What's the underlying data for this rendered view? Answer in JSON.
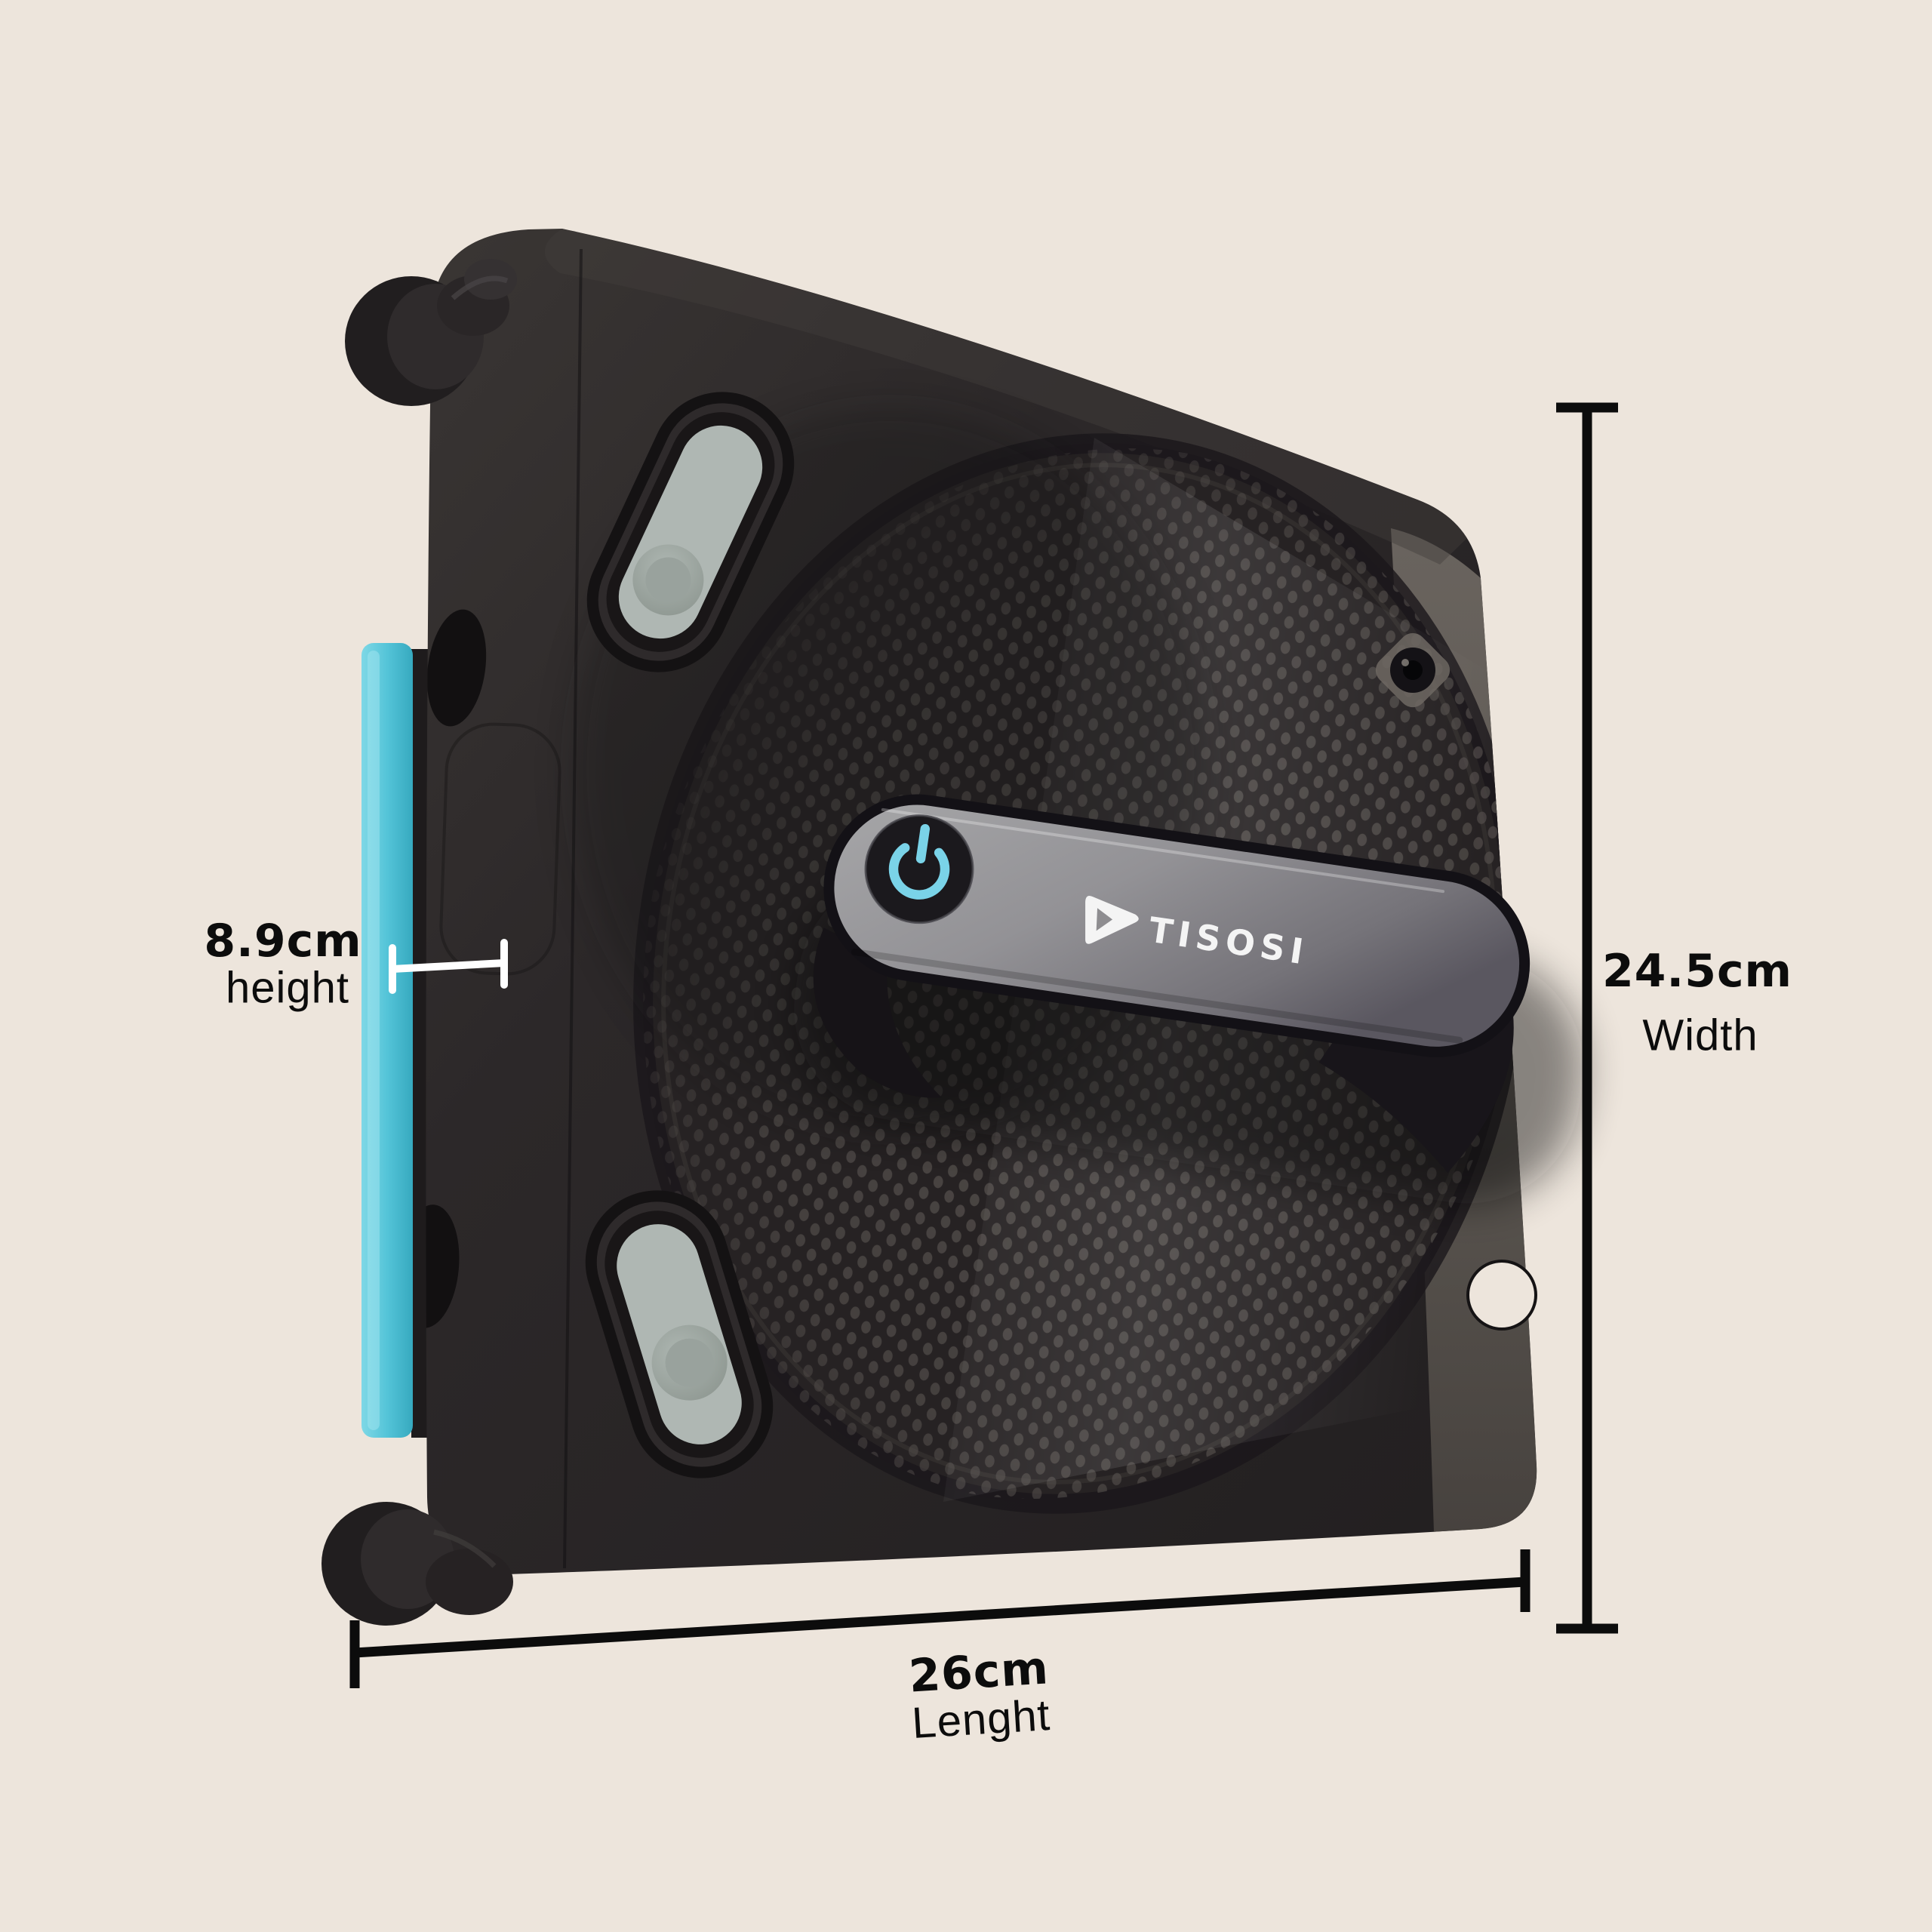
{
  "scene": {
    "description": "Product dimensions diagram of a square window cleaning robot, three-quarter view on a plain beige backdrop"
  },
  "theme": {
    "colors": {
      "bg": "#EDE5DC",
      "text": "#0C0C0C",
      "line": "#0C0C0C",
      "line-light": "#FFFFFF",
      "accent": "#54C4D8",
      "power": "#7AD3E8",
      "brand": "#F4F4F4",
      "body": "#2B2728"
    }
  },
  "brand": {
    "name": "TISOSI",
    "logo_icon": "triangle-plane-logo"
  },
  "device": {
    "features": {
      "power_icon": "power-symbol",
      "squeegee_strip": "blue rubber edge strip",
      "fan": "halftone dotted fan circle"
    }
  },
  "annotations": {
    "height": {
      "value": "8.9cm",
      "label": "height"
    },
    "width": {
      "value": "24.5cm",
      "label": "Width"
    },
    "length": {
      "value": "26cm",
      "label": "Lenght"
    }
  }
}
